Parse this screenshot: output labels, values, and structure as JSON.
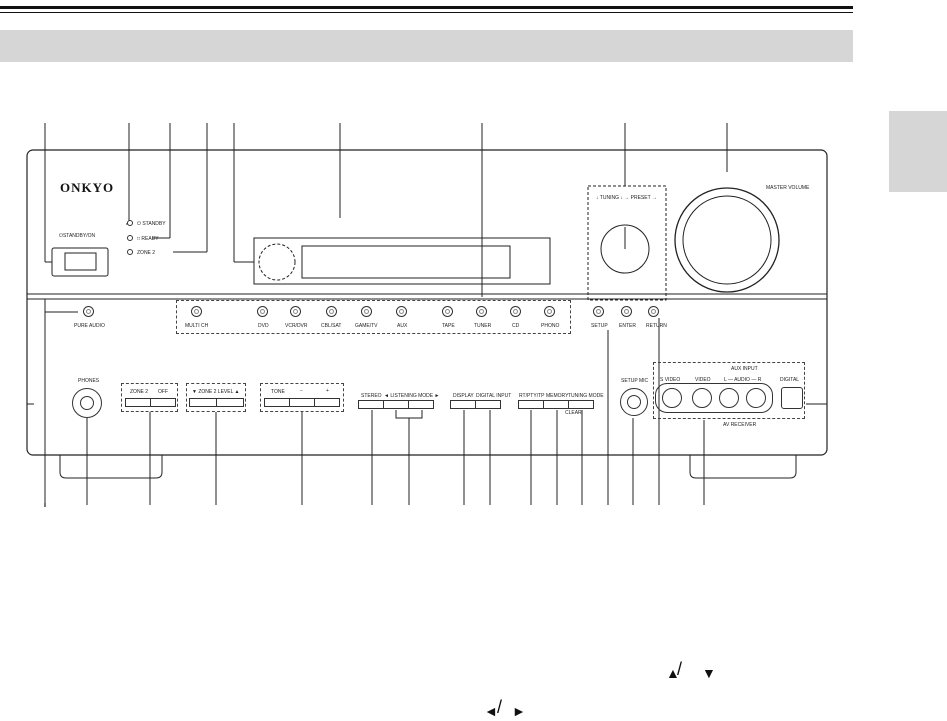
{
  "brand": "ONKYO",
  "labels": {
    "standby_on": "⏻STANDBY/ON",
    "standby": "⏻ STANDBY",
    "hdmi": "□ READY",
    "zone2_led": "ZONE 2",
    "pure_audio": "PURE AUDIO",
    "master_volume": "MASTER VOLUME",
    "tuning_preset": "↓ TUNING ↓ → PRESET →",
    "phones": "PHONES",
    "zone2": "ZONE 2",
    "off": "OFF",
    "zone2_level": "▼ ZONE 2 LEVEL ▲",
    "tone": "TONE",
    "minus": "−",
    "plus": "+",
    "stereo": "STEREO",
    "listening_mode": "◄ LISTENING MODE ►",
    "display": "DISPLAY",
    "digital_input": "DIGITAL INPUT",
    "rt_pty_tp": "RT/PTY/TP",
    "memory": "MEMORY",
    "tuning_mode": "TUNING MODE",
    "clear": "CLEAR",
    "setup_mic": "SETUP MIC",
    "setup": "SETUP",
    "enter": "ENTER",
    "return": "RETURN",
    "aux_input": "AUX INPUT",
    "s_video": "S VIDEO",
    "video": "VIDEO",
    "audio_lr": "L — AUDIO — R",
    "digital": "DIGITAL",
    "av_receiver": "AV RECEIVER"
  },
  "input_selectors": [
    "MULTI CH",
    "DVD",
    "VCR/DVR",
    "CBL/SAT",
    "GAME/TV",
    "AUX",
    "TAPE",
    "TUNER",
    "CD",
    "PHONO"
  ],
  "arrows": {
    "up": "▲",
    "down": "▼",
    "left": "◄",
    "right": "►"
  }
}
